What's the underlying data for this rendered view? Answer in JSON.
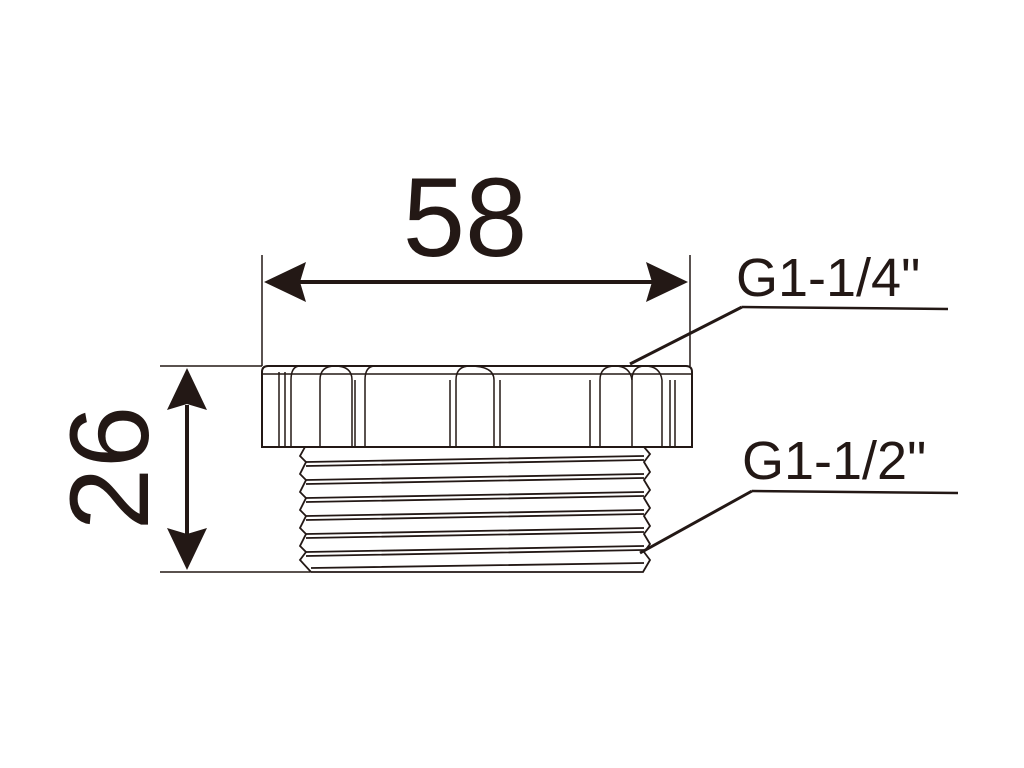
{
  "drawing": {
    "width_dimension": "58",
    "height_dimension": "26",
    "top_thread_label": "G1-1/4\"",
    "bottom_thread_label": "G1-1/2\"",
    "line_color": "#231815"
  }
}
